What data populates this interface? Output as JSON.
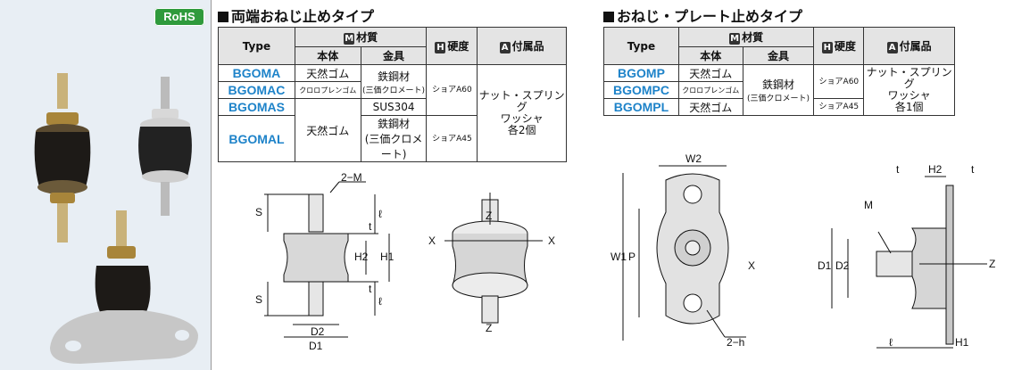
{
  "badge": {
    "rohs": "RoHS"
  },
  "left_section": {
    "title": "両端おねじ止めタイプ",
    "headers": {
      "type": "Type",
      "material_badge": "M",
      "material": "材質",
      "body": "本体",
      "fitting": "金具",
      "hardness_badge": "H",
      "hardness": "硬度",
      "accessory_badge": "A",
      "accessory": "付属品"
    },
    "rows": [
      {
        "code": "BGOMA",
        "body": "天然ゴム"
      },
      {
        "code": "BGOMAC",
        "body": "クロロプレンゴム"
      },
      {
        "code": "BGOMAS"
      },
      {
        "code": "BGOMAL"
      }
    ],
    "body_merged": "天然ゴム",
    "fitting_main": "鉄鋼材",
    "fitting_sub": "(三価クロメート)",
    "fitting_sus": "SUS304",
    "fitting_last_main": "鉄鋼材",
    "fitting_last_sub": "(三価クロメート)",
    "hardness_a60": "ショアA60",
    "hardness_a45": "ショアA45",
    "accessory_lines": [
      "ナット・スプリング",
      "ワッシャ",
      "各2個"
    ]
  },
  "right_section": {
    "title": "おねじ・プレート止めタイプ",
    "headers": {
      "type": "Type",
      "material_badge": "M",
      "material": "材質",
      "body": "本体",
      "fitting": "金具",
      "hardness_badge": "H",
      "hardness": "硬度",
      "accessory_badge": "A",
      "accessory": "付属品"
    },
    "rows": [
      {
        "code": "BGOMP",
        "body": "天然ゴム"
      },
      {
        "code": "BGOMPC",
        "body": "クロロプレンゴム"
      },
      {
        "code": "BGOMPL",
        "body": "天然ゴム"
      }
    ],
    "fitting_main": "鉄鋼材",
    "fitting_sub": "(三価クロメート)",
    "hardness_a60": "ショアA60",
    "hardness_a45": "ショアA45",
    "accessory_lines": [
      "ナット・スプリング",
      "ワッシャ",
      "各1個"
    ]
  },
  "diagram_labels": {
    "thread": "2−M",
    "s": "S",
    "l": "ℓ",
    "t": "t",
    "h2": "H2",
    "h1": "H1",
    "d2": "D2",
    "d1": "D1",
    "x": "X",
    "z": "Z",
    "w2": "W2",
    "w1": "W1",
    "p": "P",
    "m": "M",
    "hole": "2−h"
  }
}
